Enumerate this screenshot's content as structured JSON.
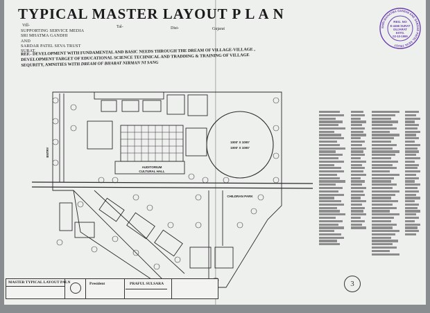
{
  "header": {
    "title": "TYPICAL MASTER LAYOUT P L A N",
    "vill": "Vill-",
    "tal": "Tal-",
    "dist": "Dist-",
    "state": "Gujarat",
    "lines": [
      "SUPPORTING SERVICE MEDIA",
      "SRI MHATMA GANDHI",
      "AND",
      "SARDAR PATEL SEVA TRUST",
      "SURAT."
    ],
    "ref_lead": "REF.- DEVELOPMENT WITH FUNDAMENTAL AND BASIC NEEDS THROUGH THE DREAM OF VILLAGE-VILLAGE ,",
    "ref_line2": "DEVELOPMENT TARGET OF EDUCATIONAL SCIENCE TECHNICAL AND TRADDING & TRAINING OF VILLAGE",
    "ref_line3": "SEQURITY, AMNITIES WITH",
    "ref_dream": "DREAM OF BHARAT NIRMAN NI SANG"
  },
  "stamp": {
    "ring_text": "SHRI MAHATMA GANDHI ANE SARDAR PATEL SEVA TRUST",
    "reg": "REG. NO",
    "reg_no": "E-4466 SURAT",
    "state": "GUJARAT",
    "estd": "ESTD.",
    "date": "02-10-1999"
  },
  "plan": {
    "ground_main": "1000' X 1000'",
    "ground_sub": "1000' X 1000'",
    "auditorium": "AUDITORIUM",
    "cultural": "CULTURAL HALL",
    "children_park": "CHILDRAN PARK",
    "entry": "ENTRY"
  },
  "footer": {
    "block_title": "MASTER TYPICAL LAYOUT PALN",
    "president": "President",
    "name": "PRAFUL SULSARA"
  },
  "sheet_no": "3"
}
